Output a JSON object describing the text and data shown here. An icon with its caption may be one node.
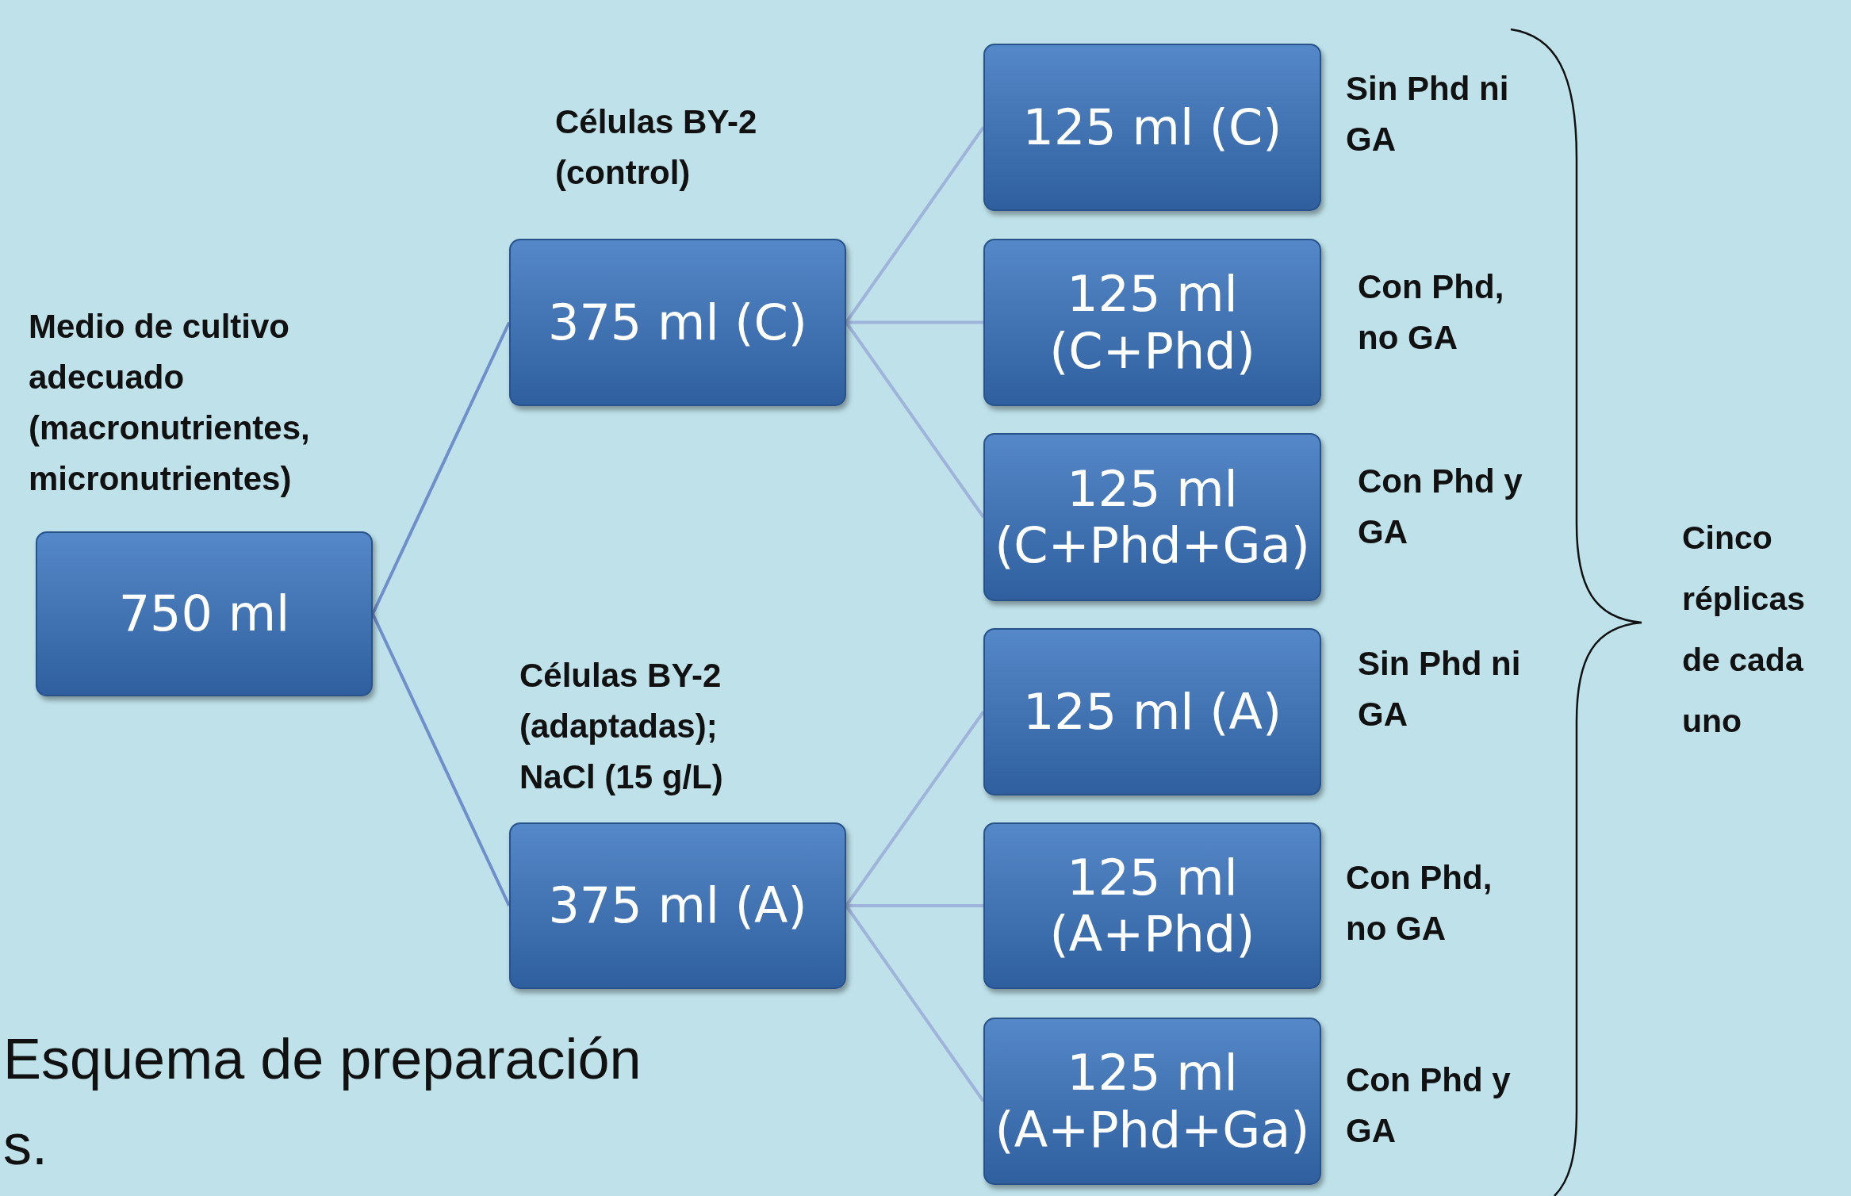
{
  "diagram": {
    "nodes": [
      {
        "text": [
          "750 ml"
        ],
        "beside": [
          "Medio de cultivo adecuado (macronutrientes, micronutrientes)"
        ]
      },
      {
        "text": [
          "375 ml (C)"
        ],
        "beside": [
          "Células BY-2 (control)"
        ]
      },
      {
        "text": [
          "125 ml (C)"
        ],
        "beside": [
          "Sin Phd ni GA"
        ]
      },
      {
        "text": [
          "125 ml (C+Phd)"
        ],
        "beside": [
          "Con Phd, no GA"
        ]
      },
      {
        "text": [
          "125 ml (C+Phd+Ga)"
        ],
        "beside": [
          "Con Phd y GA"
        ]
      },
      {
        "text": [
          "375 ml (A)"
        ],
        "beside": [
          "Células BY-2 (adaptadas); NaCl (15 g/L)"
        ]
      },
      {
        "text": [
          "125 ml (A)"
        ],
        "beside": [
          "Sin Phd ni GA"
        ]
      },
      {
        "text": [
          "125 ml (A+Phd)"
        ],
        "beside": [
          "Con Phd, no GA"
        ]
      },
      {
        "text": [
          "125 ml (A+Phd+Ga)"
        ],
        "beside": [
          "Con Phd y GA"
        ]
      }
    ],
    "edges": [
      {
        "from": 0,
        "to": 1,
        "arrow": "none",
        "color": "#6f8fca"
      },
      {
        "from": 0,
        "to": 5,
        "arrow": "none",
        "color": "#6f8fca"
      },
      {
        "from": 1,
        "to": 2,
        "arrow": "none"
      },
      {
        "from": 1,
        "to": 3,
        "arrow": "none"
      },
      {
        "from": 1,
        "to": 4,
        "arrow": "none"
      },
      {
        "from": 5,
        "to": 6,
        "arrow": "none"
      },
      {
        "from": 5,
        "to": 7,
        "arrow": "none"
      },
      {
        "from": 5,
        "to": 8,
        "arrow": "none"
      }
    ],
    "labels": [
      "Cinco réplicas de cada uno",
      "Esquema de preparación",
      "s."
    ]
  }
}
